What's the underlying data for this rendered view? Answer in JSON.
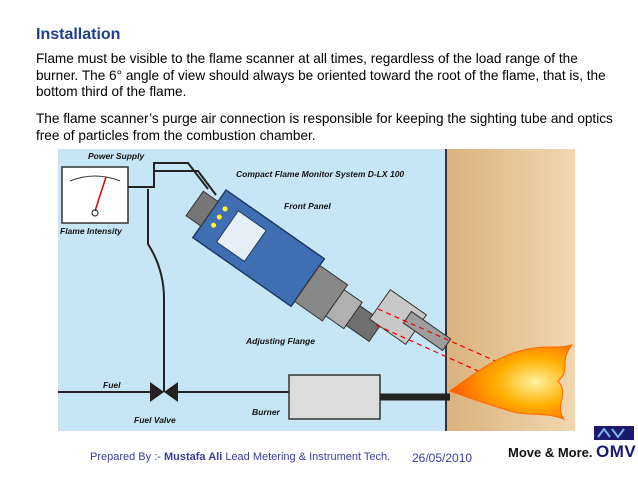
{
  "slide": {
    "title": "Installation",
    "paragraph1": "Flame must be visible to the flame scanner at all times, regardless of the load range of the burner. The 6° angle of view should always be oriented toward the root of the flame, that is, the bottom third of the flame.",
    "paragraph2": "The flame scanner’s purge air connection is responsible for keeping the sighting tube and optics free of particles from the combustion chamber."
  },
  "diagram": {
    "labels": {
      "power_supply": "Power Supply",
      "flame_intensity": "Flame Intensity",
      "compact_monitor": "Compact Flame Monitor System D-LX 100",
      "front_panel": "Front Panel",
      "adjusting_flange": "Adjusting Flange",
      "fuel": "Fuel",
      "fuel_valve": "Fuel Valve",
      "burner": "Burner"
    },
    "colors": {
      "background": "#c7e6f5",
      "wall": "#e8c79a",
      "device": "#3f6fb2",
      "flame": "#ff8a00"
    }
  },
  "footer": {
    "prepared_label": "Prepared By :- ",
    "author": "Mustafa Ali",
    "role": "Lead Metering & Instrument Tech.",
    "date": "26/05/2010",
    "slogan": "Move & More.",
    "brand": "OMV"
  }
}
